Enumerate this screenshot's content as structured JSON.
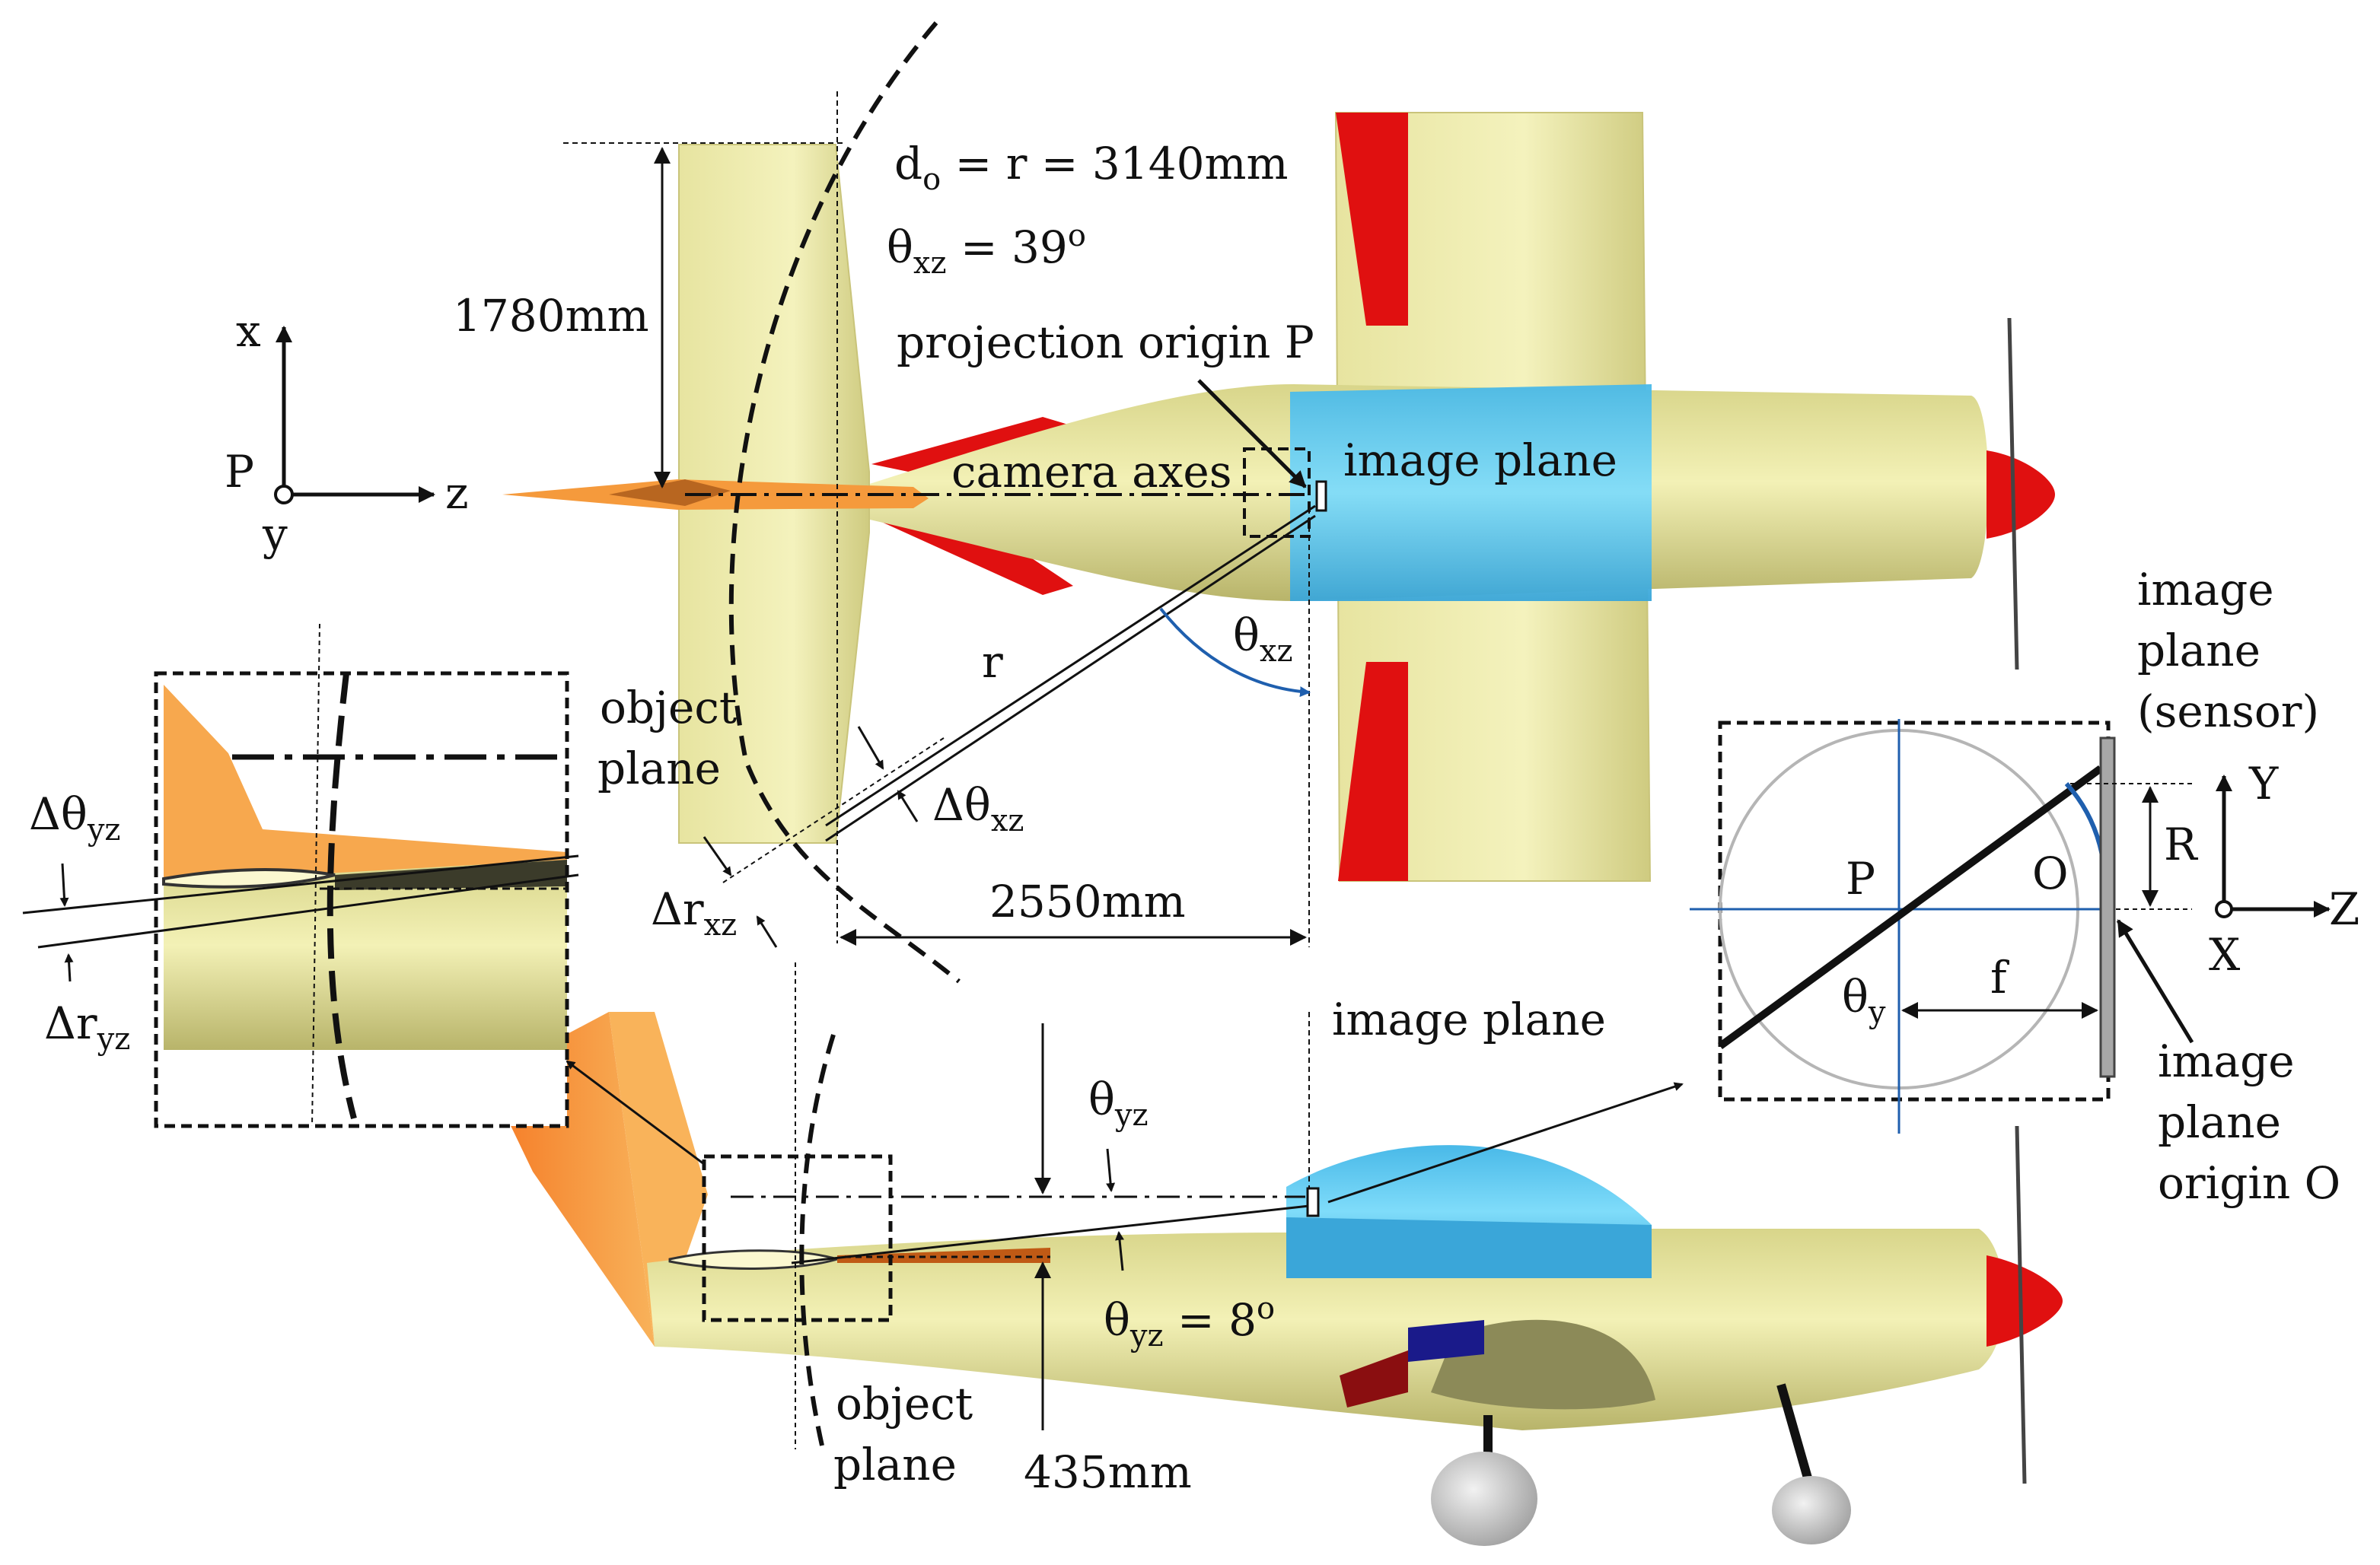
{
  "top_view": {
    "axis_x": "x",
    "axis_z": "z",
    "axis_y": "y",
    "origin_p": "P",
    "dim_1780": "1780mm",
    "do_main": "d",
    "do_sub": "o",
    "do_rest": " = r = 3140mm",
    "theta_main": "θ",
    "theta_sub": "xz",
    "theta_rest": " = 39",
    "theta_sup": "o",
    "projection_origin": "projection origin P",
    "camera_axes": "camera axes",
    "image_plane": "image plane",
    "r_label": "r",
    "theta_xz_main": "θ",
    "theta_xz_sub": "xz",
    "object_plane_1": "object",
    "object_plane_2": "plane",
    "dtheta_xz_main": "Δθ",
    "dtheta_xz_sub": "xz",
    "dr_xz_main": "Δr",
    "dr_xz_sub": "xz",
    "dim_2550": "2550mm"
  },
  "inset_left": {
    "dtheta_yz_main": "Δθ",
    "dtheta_yz_sub": "yz",
    "dr_yz_main": "Δr",
    "dr_yz_sub": "yz"
  },
  "side_view": {
    "image_plane": "image plane",
    "theta_yz_main": "θ",
    "theta_yz_sub": "yz",
    "theta_yz8_main": "θ",
    "theta_yz8_sub": "yz",
    "theta_yz8_rest": " = 8",
    "theta_yz8_sup": "o",
    "object_plane_1": "object",
    "object_plane_2": "plane",
    "dim_435": "435mm"
  },
  "inset_right": {
    "sensor_1": "image",
    "sensor_2": "plane",
    "sensor_3": "(sensor)",
    "p_label": "P",
    "o_label": "O",
    "r_label": "R",
    "f_label": "f",
    "theta_y_main": "θ",
    "theta_y_sub": "y",
    "axis_Y": "Y",
    "axis_Z": "Z",
    "axis_X": "X",
    "origin_1": "image",
    "origin_2": "plane",
    "origin_3": "origin O"
  },
  "colors": {
    "fuselage": "#eeeba2",
    "canopy": "#4fc3ee",
    "red": "#e01010",
    "tail_orange": "#f59a3c",
    "blue_line": "#1f5fae"
  }
}
